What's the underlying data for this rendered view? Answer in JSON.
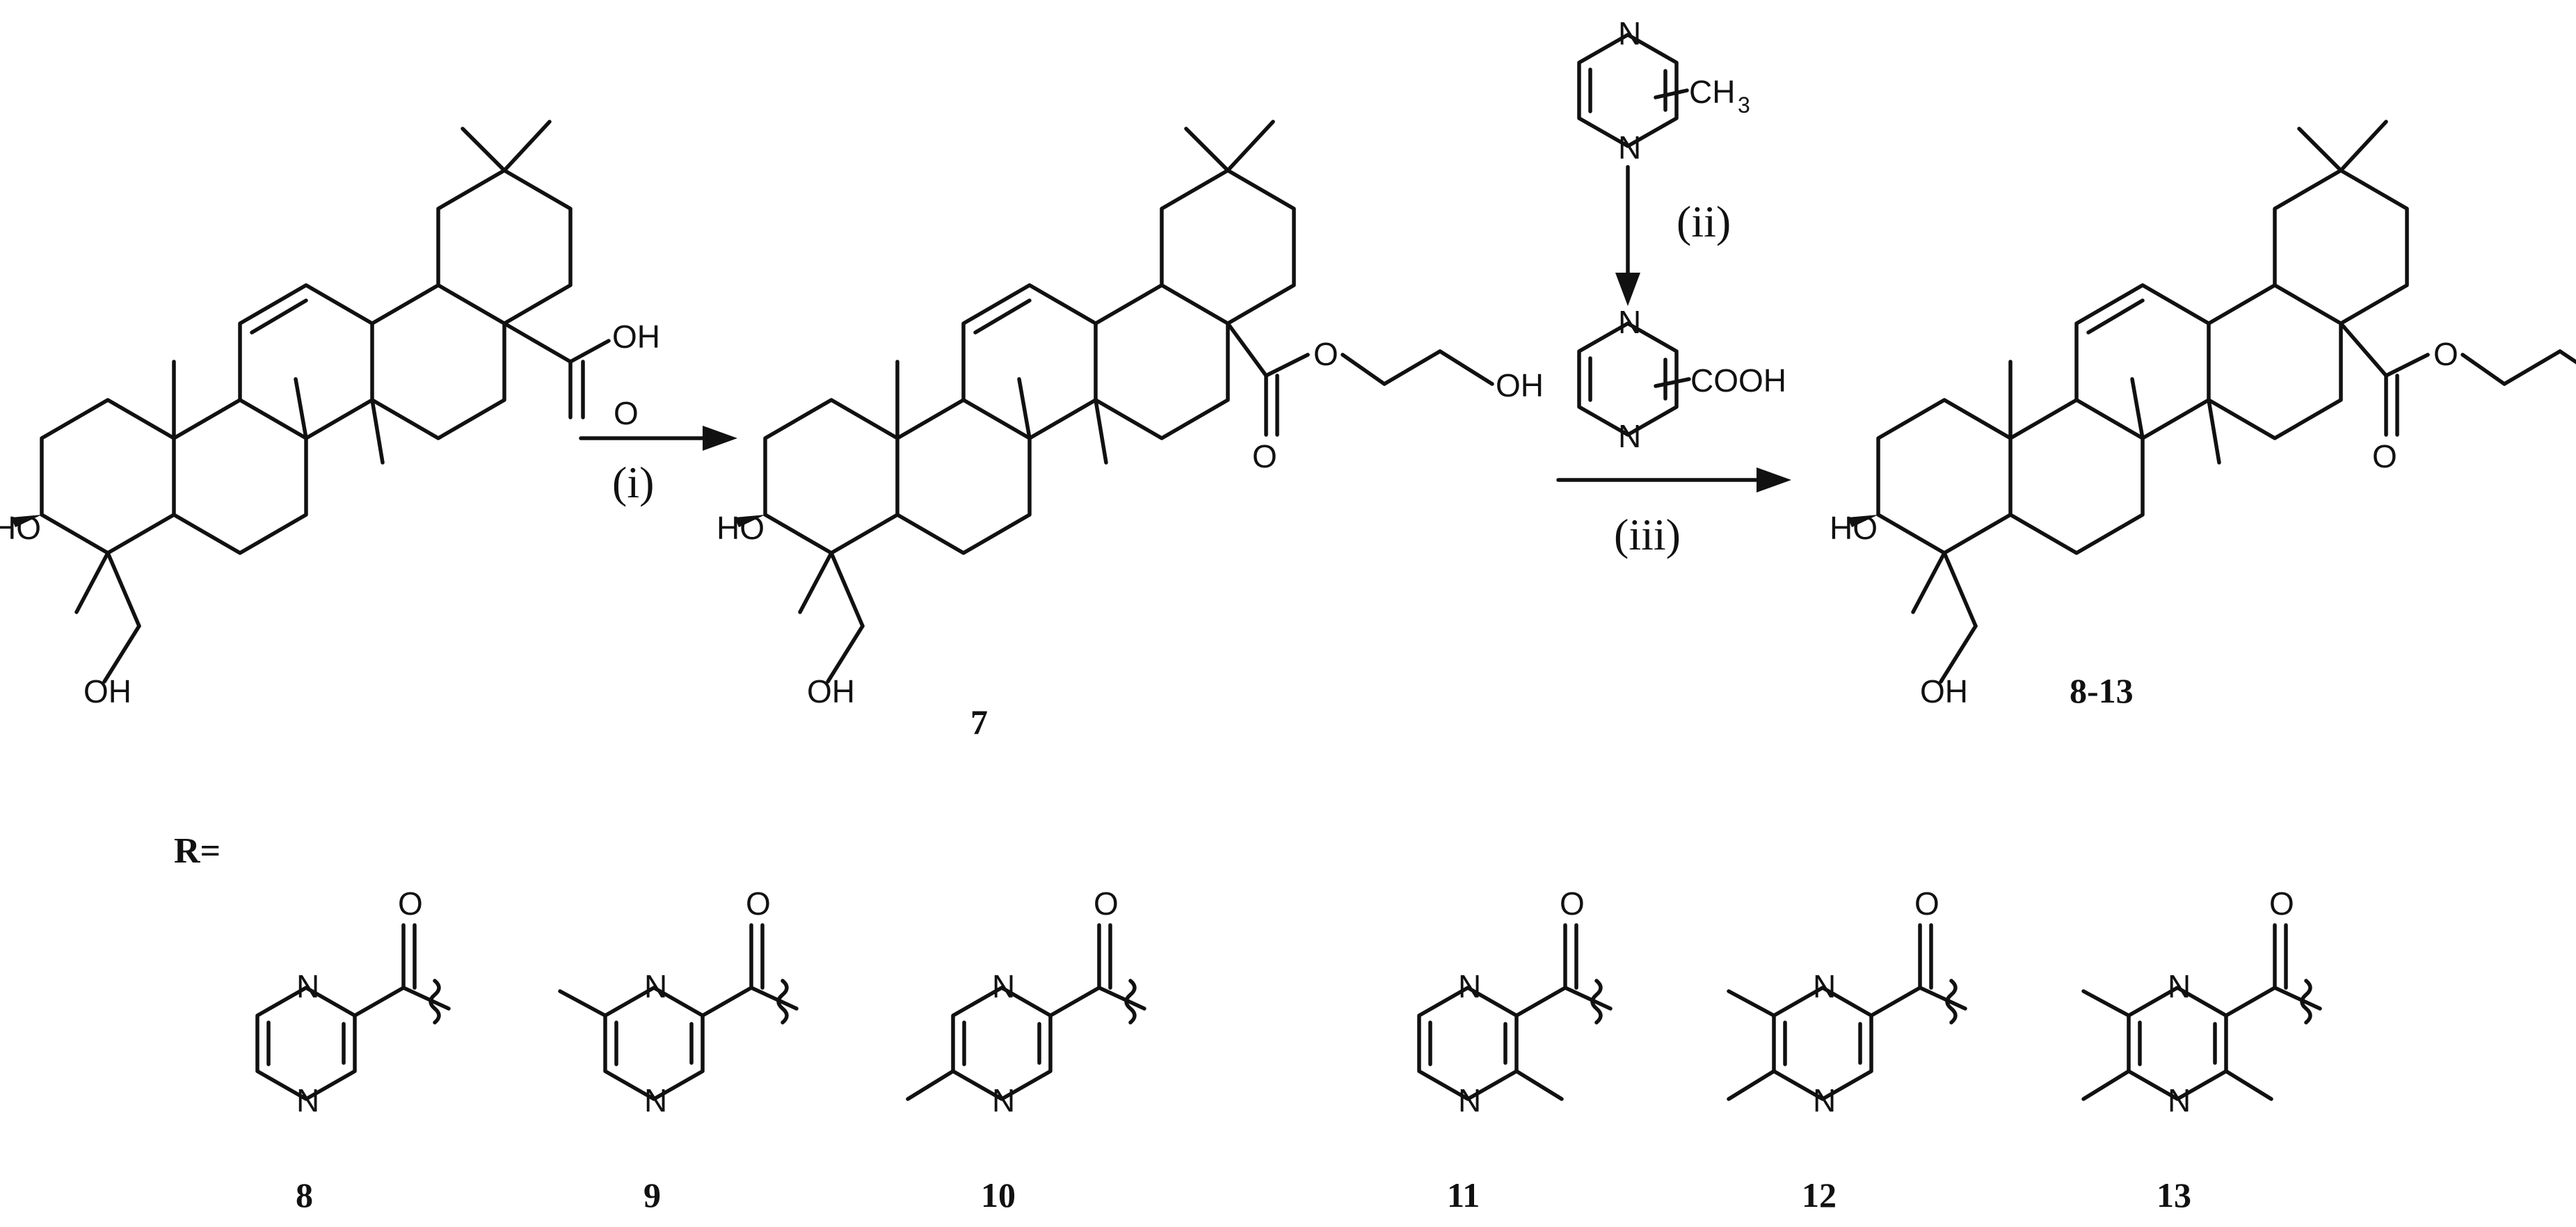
{
  "atoms": {
    "oh": "OH",
    "ho": "HO",
    "o": "O",
    "n": "N",
    "ch": "CH",
    "three": "3",
    "cooh": "COOH",
    "r": "R"
  },
  "conditions": {
    "step_i": "(i)",
    "step_ii": "(ii)",
    "step_iii": "(iii)"
  },
  "compounds": {
    "intermediate": "7",
    "products": "8-13",
    "r_label": "R=",
    "r_groups": [
      "8",
      "9",
      "10",
      "11",
      "12",
      "13"
    ]
  }
}
